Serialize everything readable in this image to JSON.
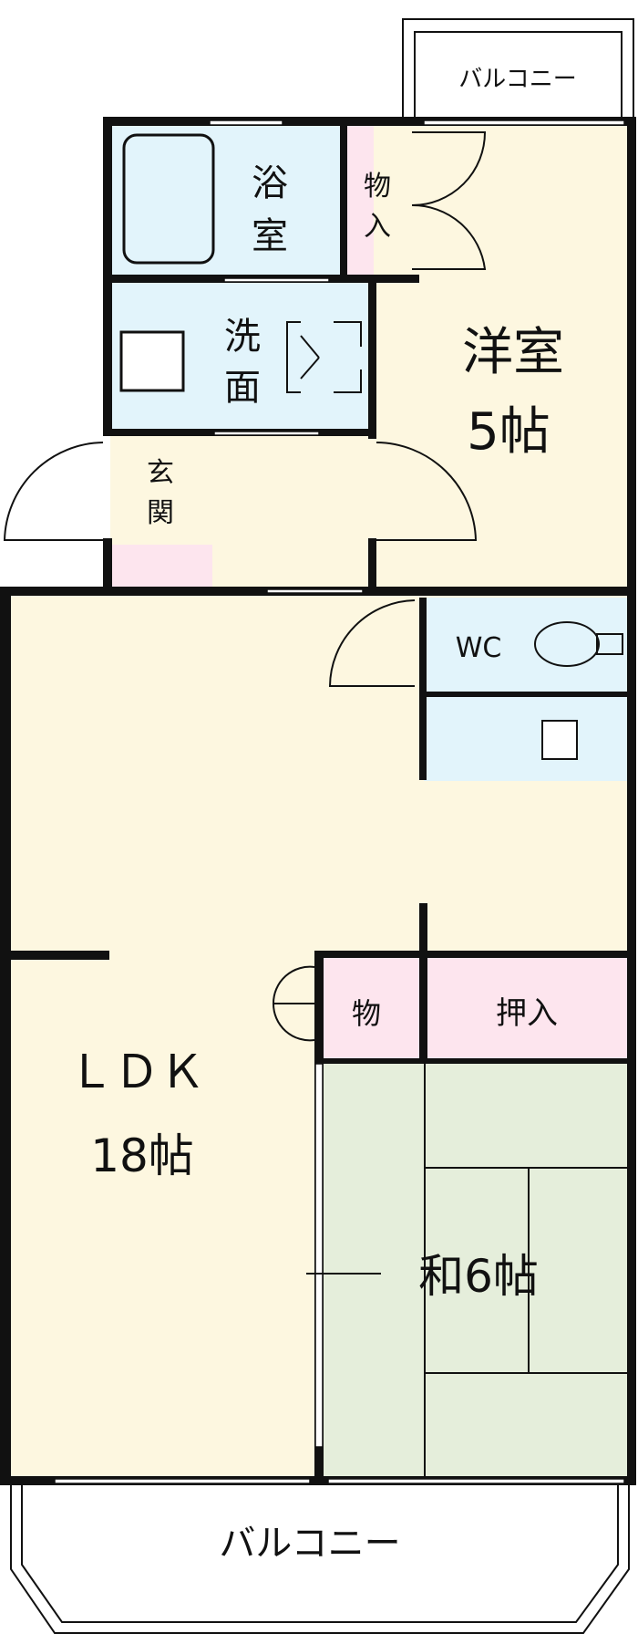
{
  "rooms": {
    "balcony_top": "バルコニー",
    "bath": [
      "浴",
      "室"
    ],
    "closet_top": [
      "物",
      "入"
    ],
    "western_room": {
      "name": "洋室",
      "size": "5帖"
    },
    "washroom": [
      "洗",
      "面"
    ],
    "entrance": [
      "玄",
      "関"
    ],
    "wc": "WC",
    "ldk": {
      "name": "ＬＤＫ",
      "size": "18帖"
    },
    "closet_small": "物",
    "oshiire": "押入",
    "japanese_room": "和6帖",
    "balcony_bottom": "バルコニー"
  },
  "colors": {
    "cream": "#fdf7e0",
    "blue": "#e2f4fb",
    "pink": "#fde5ee",
    "green": "#e5eedb"
  }
}
